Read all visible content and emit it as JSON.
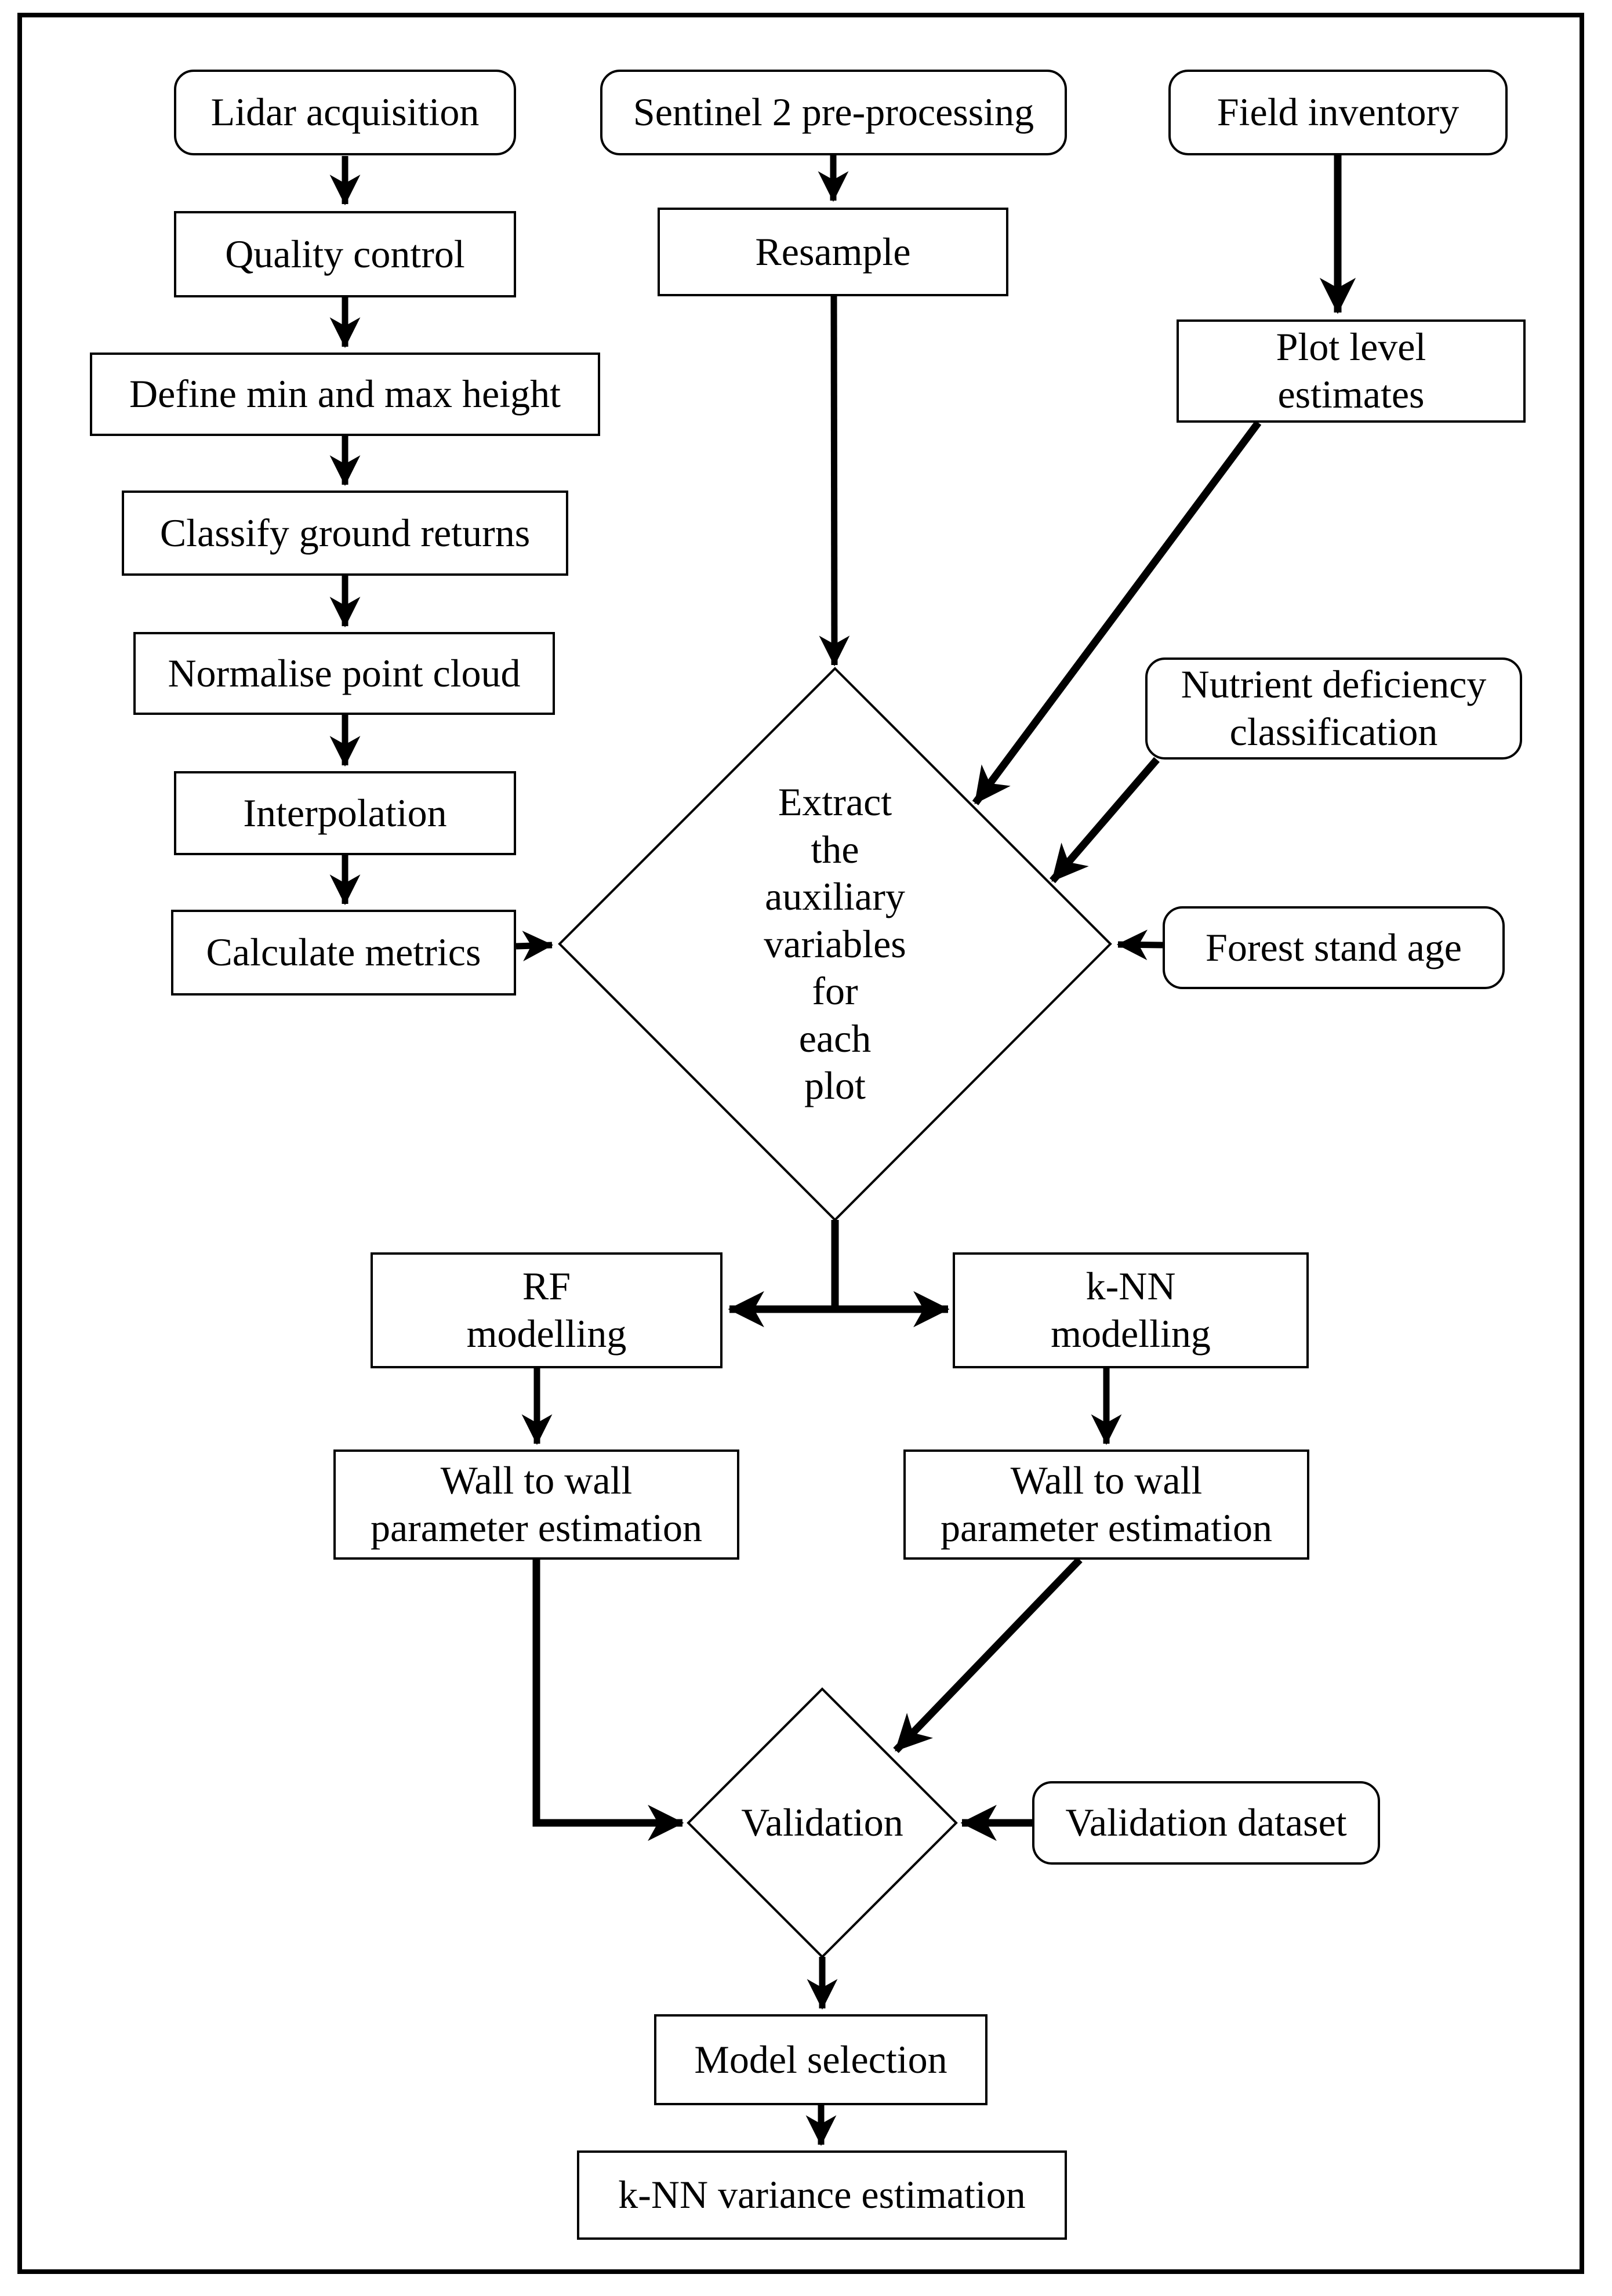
{
  "diagram": {
    "colors": {
      "line": "#000000",
      "background": "#ffffff"
    },
    "nodes": {
      "lidar": {
        "label": "Lidar acquisition"
      },
      "quality": {
        "label": "Quality control"
      },
      "define": {
        "label": "Define min and max height"
      },
      "classify": {
        "label": "Classify ground returns"
      },
      "normalise": {
        "label": "Normalise point cloud"
      },
      "interpolation": {
        "label": "Interpolation"
      },
      "calculate": {
        "label": "Calculate metrics"
      },
      "sentinel": {
        "label": "Sentinel 2 pre-processing"
      },
      "resample": {
        "label": "Resample"
      },
      "field": {
        "label": "Field inventory"
      },
      "plot": {
        "label": "Plot level\nestimates"
      },
      "nutrient": {
        "label": "Nutrient deficiency\nclassification"
      },
      "forest": {
        "label": "Forest stand age"
      },
      "extract": {
        "label": "Extract\nthe\nauxiliary\nvariables\nfor\neach\nplot"
      },
      "rf": {
        "label": "RF\nmodelling"
      },
      "knn": {
        "label": "k-NN\nmodelling"
      },
      "wall_rf": {
        "label": "Wall to wall\nparameter estimation"
      },
      "wall_knn": {
        "label": "Wall to wall\nparameter estimation"
      },
      "validation": {
        "label": "Validation"
      },
      "valdataset": {
        "label": "Validation dataset"
      },
      "model": {
        "label": "Model selection"
      },
      "variance": {
        "label": "k-NN variance estimation"
      }
    }
  }
}
